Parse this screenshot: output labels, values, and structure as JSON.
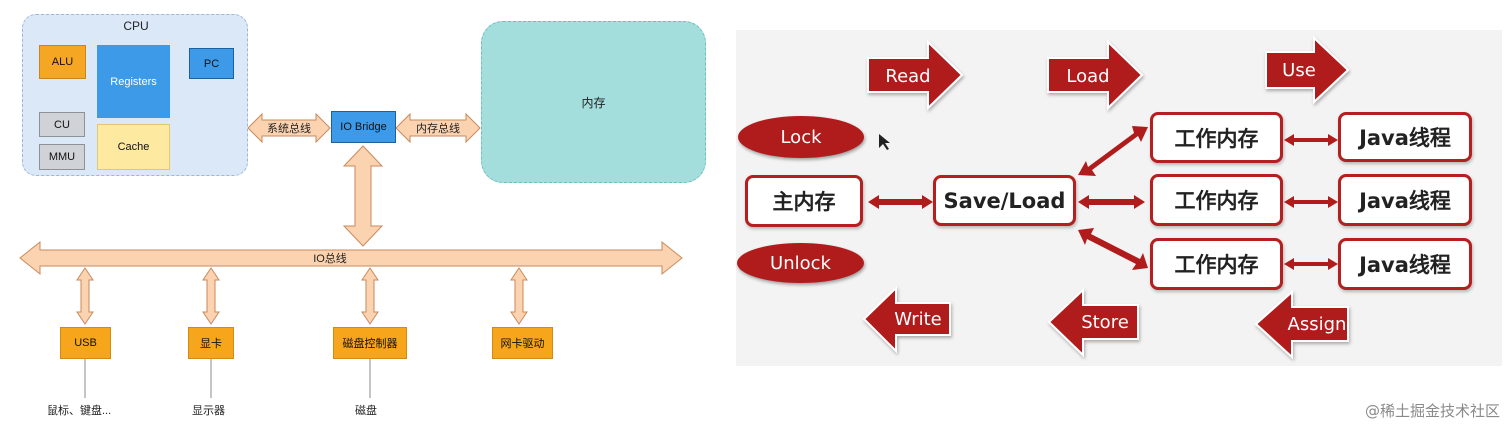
{
  "hardware": {
    "cpu": {
      "title": "CPU",
      "alu": "ALU",
      "registers": "Registers",
      "pc": "PC",
      "cu": "CU",
      "cache": "Cache",
      "mmu": "MMU"
    },
    "io_bridge": "IO Bridge",
    "system_bus": "系统总线",
    "memory_bus": "内存总线",
    "memory": "内存",
    "io_bus": "IO总线",
    "devices": [
      {
        "name": "USB",
        "target": "鼠标、键盘..."
      },
      {
        "name": "显卡",
        "target": "显示器"
      },
      {
        "name": "磁盘控制器",
        "target": "磁盘"
      },
      {
        "name": "网卡驱动",
        "target": ""
      }
    ],
    "colors": {
      "cpu_panel": "#dbe8f8",
      "memory_panel": "#a3dedd",
      "arrow_fill": "#fbd3b0",
      "device": "#f7a51b"
    }
  },
  "jmm": {
    "main_memory": "主内存",
    "save_load": "Save/Load",
    "working_memory": [
      "工作内存",
      "工作内存",
      "工作内存"
    ],
    "threads": [
      "Java线程",
      "Java线程",
      "Java线程"
    ],
    "operations": {
      "read": "Read",
      "load": "Load",
      "use": "Use",
      "lock": "Lock",
      "unlock": "Unlock",
      "write": "Write",
      "store": "Store",
      "assign": "Assign"
    },
    "colors": {
      "accent": "#b01c1c",
      "background": "#f3f3f3"
    }
  },
  "watermark": "@稀土掘金技术社区"
}
